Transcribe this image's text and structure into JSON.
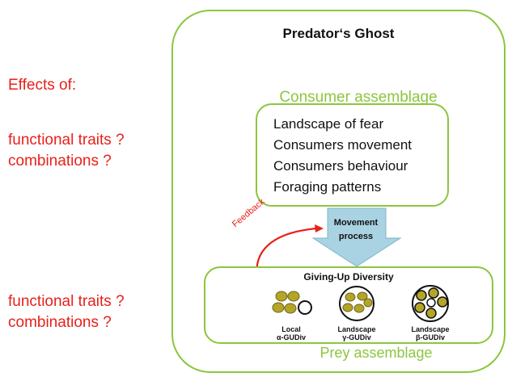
{
  "left": {
    "effects": "Effects of:",
    "consumer_traits": "functional traits ?",
    "consumer_combinations": "combinations ?",
    "prey_traits": "functional traits ?",
    "prey_combinations": "combinations ?"
  },
  "title": "Predator‘s Ghost",
  "consumer": {
    "heading": "Consumer assemblage",
    "items": [
      "Landscape of fear",
      "Consumers movement",
      "Consumers behaviour",
      "Foraging patterns"
    ]
  },
  "movement": {
    "line1": "Movement",
    "line2": "process"
  },
  "feedback": "Feedback",
  "prey": {
    "gudiv_title": "Giving-Up Diversity",
    "local": {
      "line1": "Local",
      "line2": "α-GUDiv"
    },
    "gamma": {
      "line1": "Landscape",
      "line2": "γ-GUDiv"
    },
    "beta": {
      "line1": "Landscape",
      "line2": "β-GUDiv"
    },
    "heading": "Prey assemblage"
  },
  "colors": {
    "red": "#e8201b",
    "green": "#8cc63f",
    "arrow": "#a9d3e2",
    "patch": "#b5a527"
  }
}
